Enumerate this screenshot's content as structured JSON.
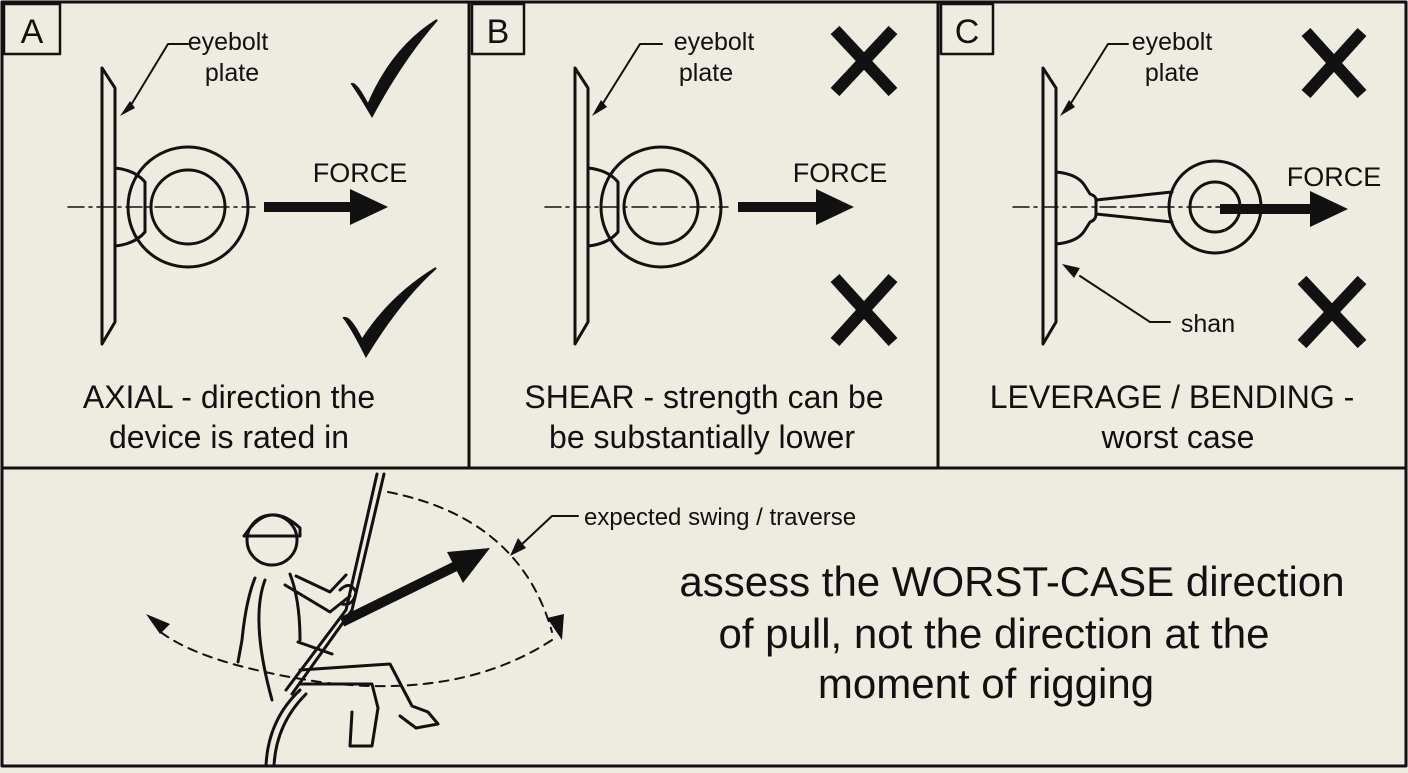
{
  "colors": {
    "background": "#eeebe0",
    "ink": "#111111"
  },
  "panels": [
    {
      "letter": "A",
      "label_plate": [
        "eyebolt",
        "plate"
      ],
      "force_label": "FORCE",
      "marks": [
        "check-icon",
        "check-icon"
      ],
      "caption": [
        "AXIAL - direction the",
        "device is rated in"
      ]
    },
    {
      "letter": "B",
      "label_plate": [
        "eyebolt",
        "plate"
      ],
      "force_label": "FORCE",
      "marks": [
        "cross-icon",
        "cross-icon"
      ],
      "caption": [
        "SHEAR - strength can be",
        "be substantially lower"
      ]
    },
    {
      "letter": "C",
      "label_plate": [
        "eyebolt",
        "plate"
      ],
      "force_label": "FORCE",
      "shank_label": "shan",
      "marks": [
        "cross-icon",
        "cross-icon"
      ],
      "caption": [
        "LEVERAGE / BENDING -",
        "worst case"
      ]
    }
  ],
  "bottom": {
    "swing_label": "expected swing / traverse",
    "message": [
      "assess the WORST-CASE direction",
      "of pull,  not the direction at the",
      "moment  of rigging"
    ]
  }
}
